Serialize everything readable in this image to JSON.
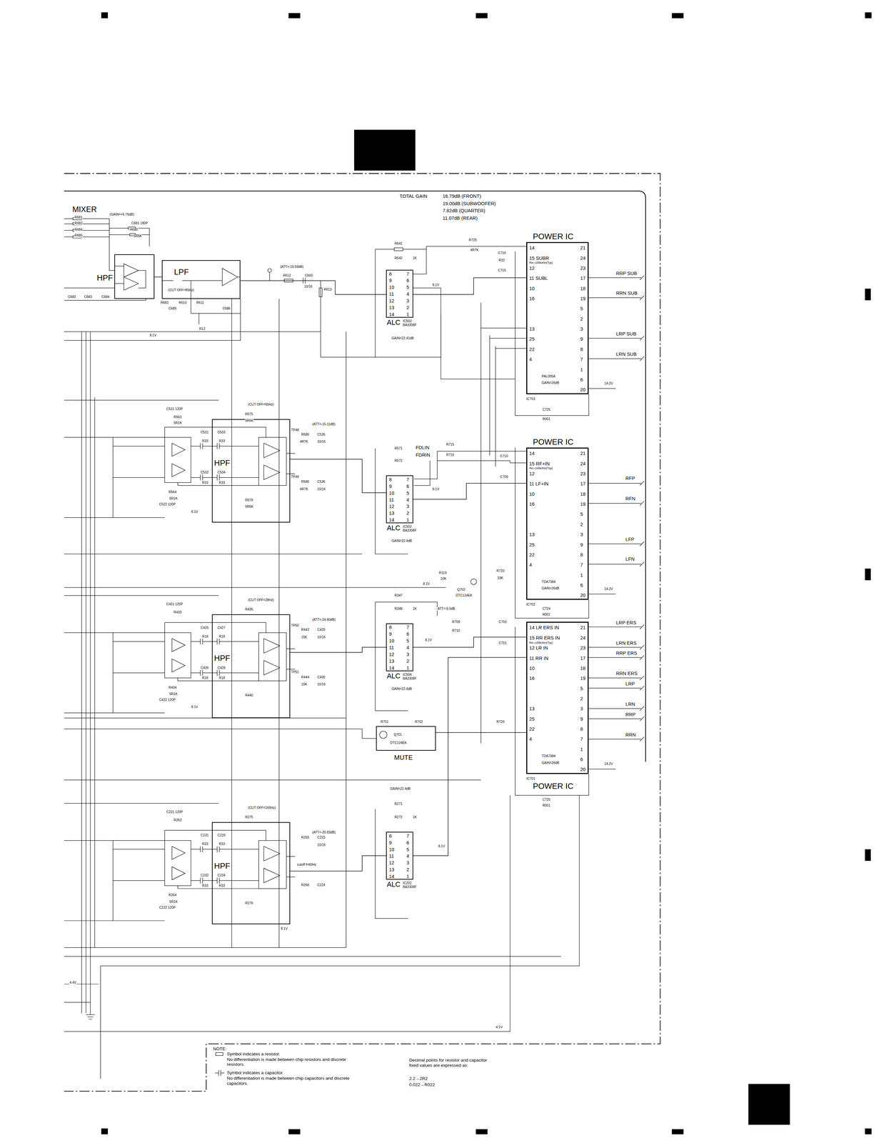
{
  "diagram": {
    "nodes": [
      {
        "text": [
          "POWER IC",
          "14",
          "15 SUBR",
          "Rin=100kohm(Typ)",
          "12",
          "11 SUBL",
          "10",
          "16",
          "13",
          "25",
          "22",
          "4",
          "21",
          "24",
          "23",
          "17",
          "18",
          "19",
          "5",
          "2",
          "3",
          "9",
          "8",
          "7",
          "1",
          "6",
          "20",
          "PAL005A",
          "GAIN=26dB",
          "IC703"
        ]
      },
      {
        "text": [
          "POWER IC",
          "14",
          "15 RF+IN",
          "Rin=100kohm(Typ)",
          "12",
          "11 LF+IN",
          "10",
          "16",
          "13",
          "25",
          "22",
          "4",
          "21",
          "24",
          "23",
          "17",
          "18",
          "19",
          "5",
          "2",
          "3",
          "9",
          "8",
          "7",
          "1",
          "6",
          "20",
          "TDA7384",
          "GAIN=26dB",
          "IC702"
        ]
      },
      {
        "text": [
          "POWER IC",
          "14 LR ERS IN",
          "15 RR ERS IN",
          "Rin=100kohm(Typ)",
          "12 LR IN",
          "11 RR IN",
          "10",
          "16",
          "13",
          "25",
          "22",
          "4",
          "21",
          "24",
          "23",
          "17",
          "18",
          "19",
          "5",
          "2",
          "3",
          "9",
          "8",
          "7",
          "1",
          "6",
          "20",
          "TDA7384",
          "GAIN=26dB",
          "IC701"
        ]
      },
      {
        "text": [
          "ALC",
          "8",
          "9",
          "10",
          "11",
          "12",
          "13",
          "14",
          "7",
          "6",
          "5",
          "4",
          "3",
          "2",
          "1",
          "IC503",
          "BA3308F"
        ]
      },
      {
        "text": [
          "ALC",
          "8",
          "9",
          "10",
          "11",
          "12",
          "13",
          "14",
          "7",
          "6",
          "5",
          "4",
          "3",
          "2",
          "1",
          "IC502",
          "BA3308F"
        ]
      },
      {
        "text": [
          "ALC",
          "8",
          "9",
          "10",
          "11",
          "12",
          "13",
          "14",
          "7",
          "6",
          "5",
          "4",
          "3",
          "2",
          "1",
          "IC504",
          "BA3308F"
        ]
      },
      {
        "text": [
          "ALC",
          "8",
          "9",
          "10",
          "11",
          "12",
          "13",
          "14",
          "7",
          "6",
          "5",
          "4",
          "3",
          "2",
          "1",
          "IC202",
          "BA3308F"
        ]
      },
      {
        "text": [
          "HPF"
        ]
      },
      {
        "text": [
          "LPF",
          "(CUT OFF=85Hz)"
        ]
      },
      {
        "text": [
          "HPF"
        ]
      },
      {
        "text": [
          "HPF"
        ]
      },
      {
        "text": [
          "HPF"
        ]
      },
      {
        "text": [
          "MUTE"
        ]
      }
    ],
    "edges": [
      {
        "from": 7,
        "to": 8,
        "arrow": "none"
      },
      {
        "from": 8,
        "to": 3,
        "arrow": "none"
      },
      {
        "from": 3,
        "to": 0,
        "arrow": "none"
      },
      {
        "from": 9,
        "to": 4,
        "arrow": "none"
      },
      {
        "from": 4,
        "to": 1,
        "arrow": "none"
      },
      {
        "from": 10,
        "to": 5,
        "arrow": "none"
      },
      {
        "from": 5,
        "to": 2,
        "arrow": "none"
      },
      {
        "from": 11,
        "to": 6,
        "arrow": "none"
      },
      {
        "from": 6,
        "to": 2,
        "arrow": "none"
      },
      {
        "from": 12,
        "to": 2,
        "arrow": "none"
      }
    ],
    "labels": [
      "TOTAL GAIN",
      "16.79dB (FRONT)",
      "19.00dB (SUBWOOFER)",
      "7.82dB (QUARTER)",
      "11.07dB (REAR)",
      "MIXER",
      "(GAIN=+5.76dB)",
      "R681",
      "R682",
      "R684",
      "R685",
      "C681 180P",
      "R680",
      "5R5K",
      "C682",
      "C683",
      "C684",
      "R683",
      "R610",
      "R611",
      "C685",
      "C686",
      "R12",
      "(ATT=-19.59dB)",
      "R612",
      "C600",
      "10/16",
      "R613",
      "R641",
      "R642",
      "1K",
      "R725",
      "4R7K",
      "C716",
      "R22",
      "C715",
      "8.1V",
      "8.1V",
      "GAIN=22.41dB",
      "RRP SUB",
      "RRN SUB",
      "LRP SUB",
      "LRN SUB",
      "14.2V",
      "C725",
      "R001",
      "(CUT OFF=65Hz)",
      "C521 120P",
      "R563",
      "5R1K",
      "R575",
      "5R6K",
      "C531",
      "R33",
      "C533",
      "R33",
      "(ATT=-15.11dB)",
      "TP48",
      "R585",
      "4R7K",
      "C535",
      "10/16",
      "C532",
      "R33",
      "C534",
      "R33",
      "R564",
      "5R1K",
      "C522 120P",
      "R579",
      "5R6K",
      "TP49",
      "R586",
      "4R7K",
      "C536",
      "10/16",
      "8.1V",
      "FDLIN",
      "FDRIN",
      "R571",
      "R572",
      "R715",
      "R716",
      "C710",
      "C709",
      "8.1V",
      "GAIN=22.4dB",
      "R119",
      "10K",
      "Q702",
      "DTC124EK",
      "R720",
      "33K",
      "8.1V",
      "14.2V",
      "C724",
      "R001",
      "RFP",
      "RFN",
      "LFP",
      "LFN",
      "(CUT OFF=28Hz)",
      "C421 120P",
      "R433",
      "R435",
      "C425",
      "R18",
      "C427",
      "R18",
      "(ATT=-24.80dB)",
      "TP50",
      "R443",
      "15K",
      "C429",
      "10/16",
      "C426",
      "R18",
      "C428",
      "R18",
      "R434",
      "5R1K",
      "C422 120P",
      "R440",
      "TP51",
      "R444",
      "15K",
      "C430",
      "10/16",
      "8.1V",
      "R347",
      "R348",
      "1K",
      "ATT=-5.5dB",
      "R709",
      "R710",
      "C703",
      "C701",
      "8.1V",
      "GAIN=22.4dB",
      "R701",
      "R702",
      "Q701",
      "DTC124EK",
      "R729",
      "LRP ERS",
      "LRN ERS",
      "RRP ERS",
      "RRN ERS",
      "LRP",
      "LRN",
      "RRP",
      "RRN",
      "14.2V",
      "C725",
      "R001",
      "GAIN=22.4dB",
      "(CUT OFF=165Hz)",
      "C221 120P",
      "R263",
      "R275",
      "C231",
      "R33",
      "C233",
      "R33",
      "(ATT=-20.83dB)",
      "R265",
      "C223",
      "10/16",
      "cutoff f=60Hz",
      "C232",
      "R33",
      "C234",
      "R33",
      "R264",
      "5R1K",
      "C222 120P",
      "R276",
      "R266",
      "C224",
      "8.1V",
      "8.1V",
      "R271",
      "R272",
      "1K",
      "4.4V",
      "4.1V",
      "NOTE:",
      "Symbol indicates a resistor.",
      "No differentiation is made between chip resistors and discrete resistors.",
      "Symbol indicates a capacitor.",
      "No differentiation is made between chip capacitors and discrete capacitors.",
      "Decimal points for resistor and capacitor fixed values are expressed as:",
      "2.2→2R2",
      "0.022→R022"
    ]
  }
}
